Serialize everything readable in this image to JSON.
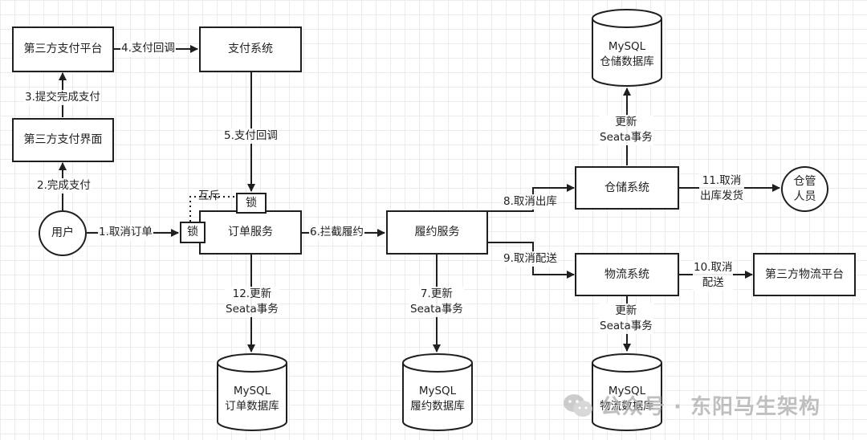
{
  "nodes": {
    "third_pay_platform": "第三方支付平台",
    "payment_system": "支付系统",
    "third_pay_ui": "第三方支付界面",
    "user": "用户",
    "lock_top": "锁",
    "lock_left": "锁",
    "order_service": "订单服务",
    "fulfillment_service": "履约服务",
    "warehouse_system": "仓储系统",
    "logistics_system": "物流系统",
    "warehouse_staff_line1": "仓管",
    "warehouse_staff_line2": "人员",
    "third_logistics_platform": "第三方物流平台"
  },
  "databases": {
    "warehouse_db": {
      "line1": "MySQL",
      "line2": "仓储数据库"
    },
    "order_db": {
      "line1": "MySQL",
      "line2": "订单数据库"
    },
    "fulfillment_db": {
      "line1": "MySQL",
      "line2": "履约数据库"
    },
    "logistics_db": {
      "line1": "MySQL",
      "line2": "物流数据库"
    }
  },
  "edges": {
    "e1": "1.取消订单",
    "e2": "2.完成支付",
    "e3": "3.提交完成支付",
    "e4": "4.支付回调",
    "e5": "5.支付回调",
    "e6": "6.拦截履约",
    "e7_line1": "7.更新",
    "e7_line2": "Seata事务",
    "e8": "8.取消出库",
    "e9": "9.取消配送",
    "e10_line1": "10.取消",
    "e10_line2": "配送",
    "e11_line1": "11.取消",
    "e11_line2": "出库发货",
    "e12_line1": "12.更新",
    "e12_line2": "Seata事务",
    "warehouse_update_line1": "更新",
    "warehouse_update_line2": "Seata事务",
    "logistics_update_line1": "更新",
    "logistics_update_line2": "Seata事务",
    "mutex": "互斥"
  },
  "watermark": "公众号 · 东阳马生架构",
  "colors": {
    "stroke": "#1f1f1f",
    "grid": "#ececec",
    "watermark": "#b5b5b5"
  }
}
